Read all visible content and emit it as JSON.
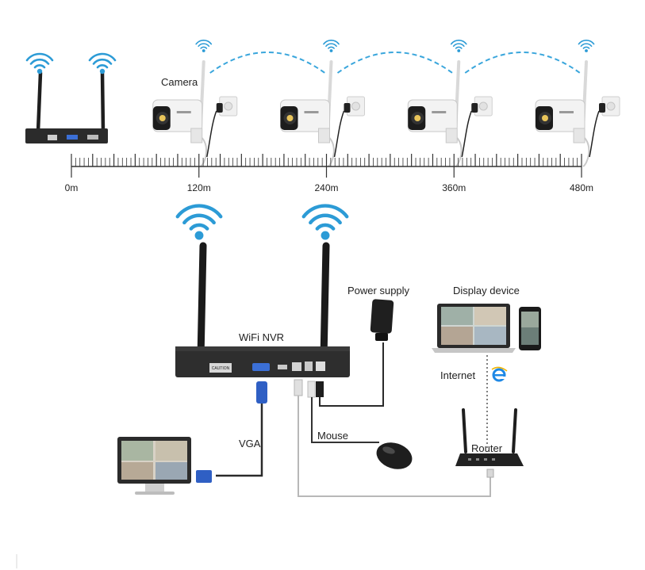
{
  "labels": {
    "camera": "Camera",
    "wifi_nvr": "WiFi NVR",
    "power_supply": "Power supply",
    "display_device": "Display device",
    "internet": "Internet",
    "router": "Router",
    "vga": "VGA",
    "mouse": "Mouse"
  },
  "nvr_panel": {
    "caution_label": "CAUTION"
  },
  "distance_scale": {
    "unit": "m",
    "marks": [
      {
        "value": 0,
        "label": "0m"
      },
      {
        "value": 120,
        "label": "120m"
      },
      {
        "value": 240,
        "label": "240m"
      },
      {
        "value": 360,
        "label": "360m"
      },
      {
        "value": 480,
        "label": "480m"
      }
    ]
  },
  "cameras": [
    {
      "position": 120
    },
    {
      "position": 240
    },
    {
      "position": 360
    },
    {
      "position": 480
    }
  ],
  "colors": {
    "wifi": "#2c9bd6",
    "link": "#3aa6dc",
    "device": "#2b2b2b",
    "vga_plug": "#2f5fc4",
    "cable": "#333333",
    "ethernet": "#b8b8b8",
    "ie_icon": "#1e88e5"
  }
}
